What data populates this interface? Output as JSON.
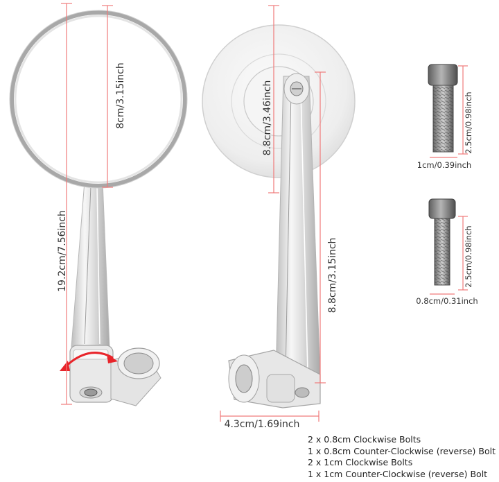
{
  "colors": {
    "dimension_line": "#f07a7a",
    "rotation_arrow": "#e8242a",
    "text": "#333333",
    "chrome_light": "#f2f2f2",
    "chrome_mid": "#cfcfcf",
    "chrome_dark": "#8c8c8c"
  },
  "left_mirror": {
    "head_diameter_label": "8cm/3.15inch",
    "total_length_label": "19.2cm/7.56inch"
  },
  "right_mirror": {
    "head_diameter_label": "8.8cm/3.46inch",
    "stem_length_label": "8.8cm/3.15inch",
    "base_width_label": "4.3cm/1.69inch"
  },
  "bolts": [
    {
      "length_label": "2.5cm/0.98inch",
      "width_label": "1cm/0.39inch"
    },
    {
      "length_label": "2.5cm/0.98inch",
      "width_label": "0.8cm/0.31inch"
    }
  ],
  "notes": [
    "2 x 0.8cm Clockwise Bolts",
    "1 x 0.8cm Counter-Clockwise (reverse) Bolt",
    "2 x 1cm Clockwise Bolts",
    "1 x 1cm Counter-Clockwise (reverse) Bolt"
  ]
}
